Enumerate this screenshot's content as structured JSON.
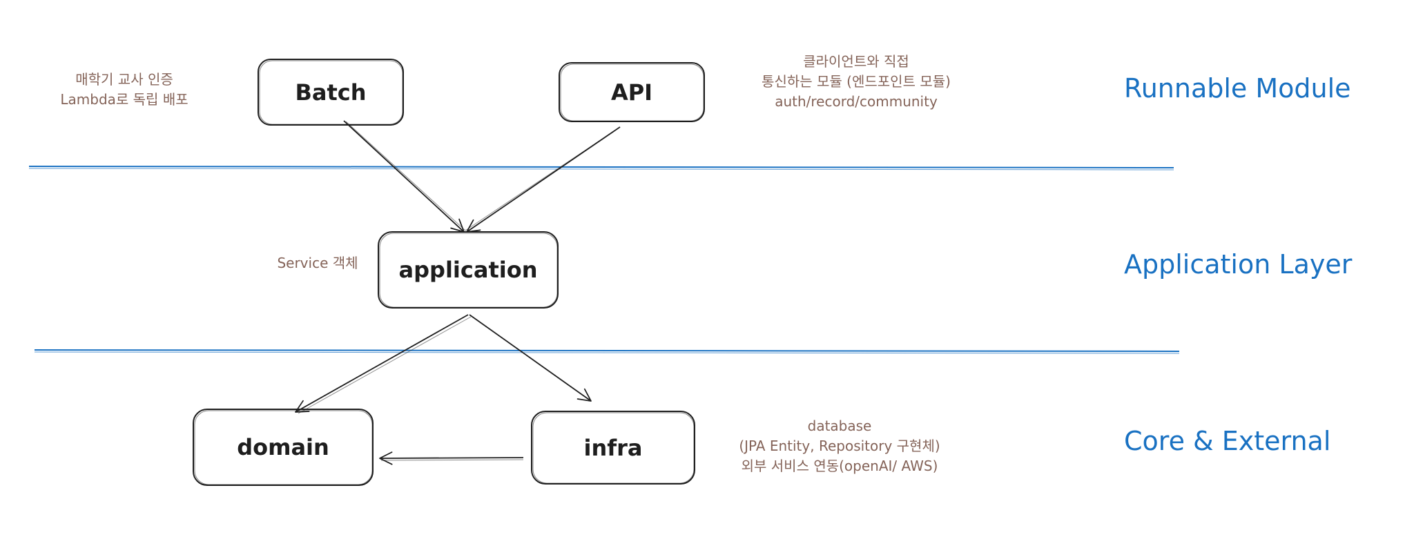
{
  "modules": {
    "batch": {
      "label": "Batch"
    },
    "api": {
      "label": "API"
    },
    "application": {
      "label": "application"
    },
    "domain": {
      "label": "domain"
    },
    "infra": {
      "label": "infra"
    }
  },
  "notes": {
    "batch": [
      "매학기 교사 인증",
      "Lambda로 독립 배포"
    ],
    "api": [
      "클라이언트와 직접",
      "통신하는 모듈 (엔드포인트 모듈)",
      "auth/record/community"
    ],
    "application": [
      "Service 객체"
    ],
    "infra": [
      "database",
      "(JPA Entity, Repository 구현체)",
      "외부 서비스 연동(openAI/ AWS)"
    ]
  },
  "layers": {
    "runnable": "Runnable Module",
    "application": "Application Layer",
    "core": "Core & External"
  },
  "arrows": [
    {
      "from": "batch",
      "to": "application"
    },
    {
      "from": "api",
      "to": "application"
    },
    {
      "from": "application",
      "to": "domain"
    },
    {
      "from": "application",
      "to": "infra"
    },
    {
      "from": "infra",
      "to": "domain"
    }
  ],
  "colors": {
    "stroke": "#1e1e1e",
    "note_text": "#846358",
    "layer_text": "#1971c2",
    "divider": "#1971c2"
  }
}
